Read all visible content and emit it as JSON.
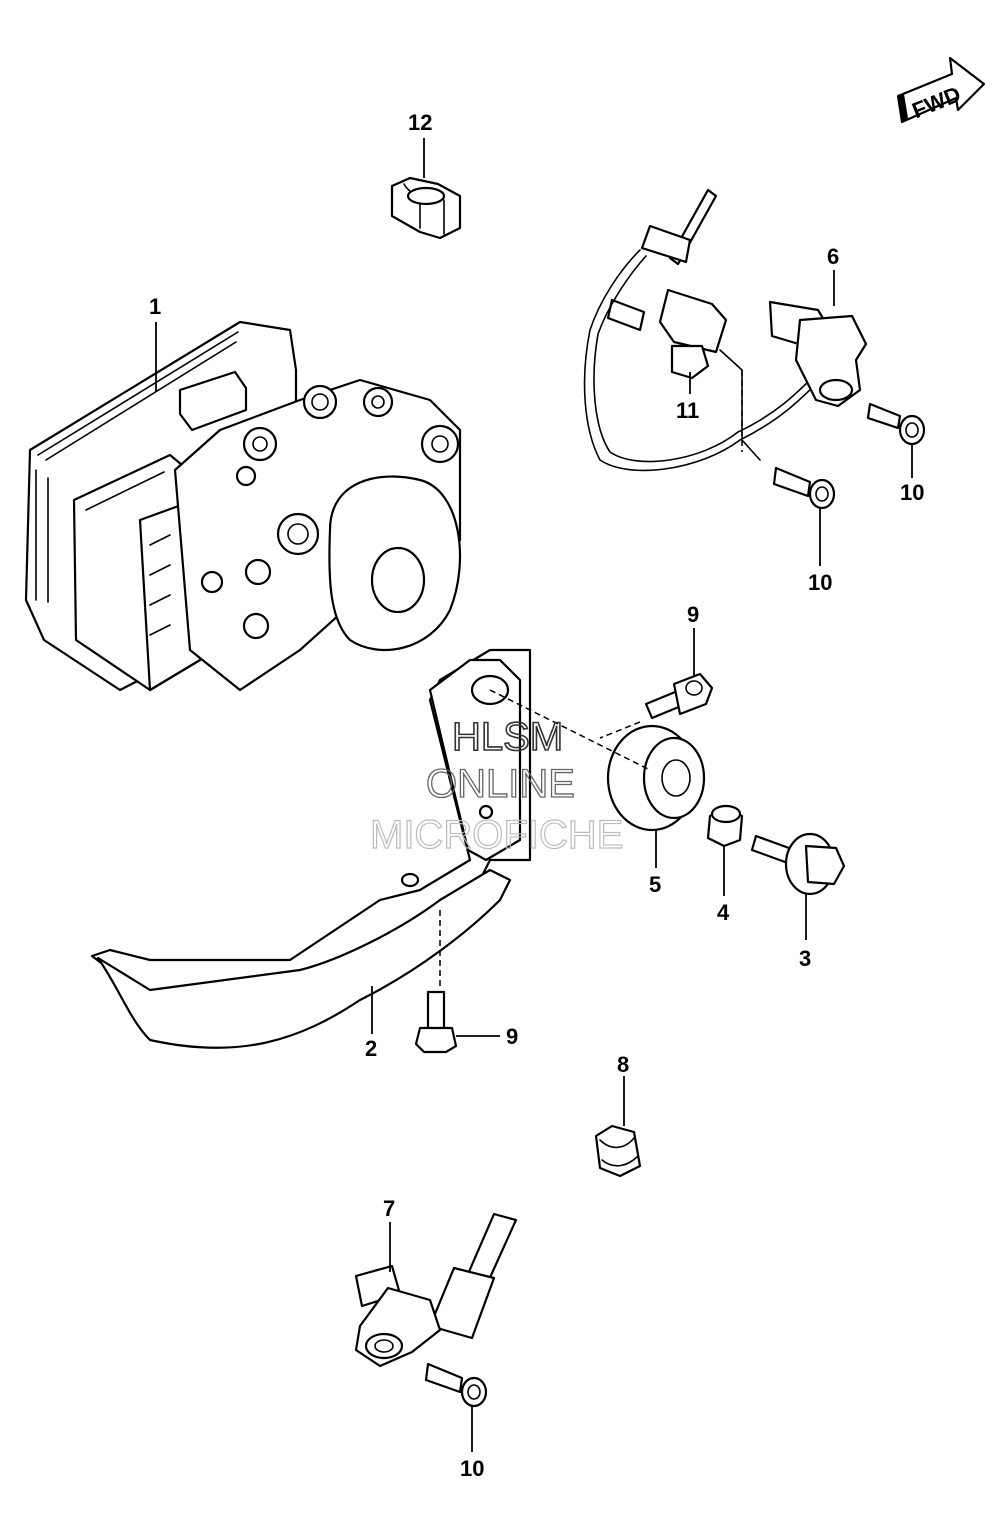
{
  "fwd_label": "FWD",
  "watermark": {
    "line1": "HLSM",
    "line2": "ONLINE",
    "line3": "MICROFICHE"
  },
  "callouts": {
    "c1": "1",
    "c2": "2",
    "c3": "3",
    "c4": "4",
    "c5": "5",
    "c6": "6",
    "c7": "7",
    "c8": "8",
    "c9a": "9",
    "c9b": "9",
    "c10a": "10",
    "c10b": "10",
    "c10c": "10",
    "c11": "11",
    "c12": "12"
  }
}
